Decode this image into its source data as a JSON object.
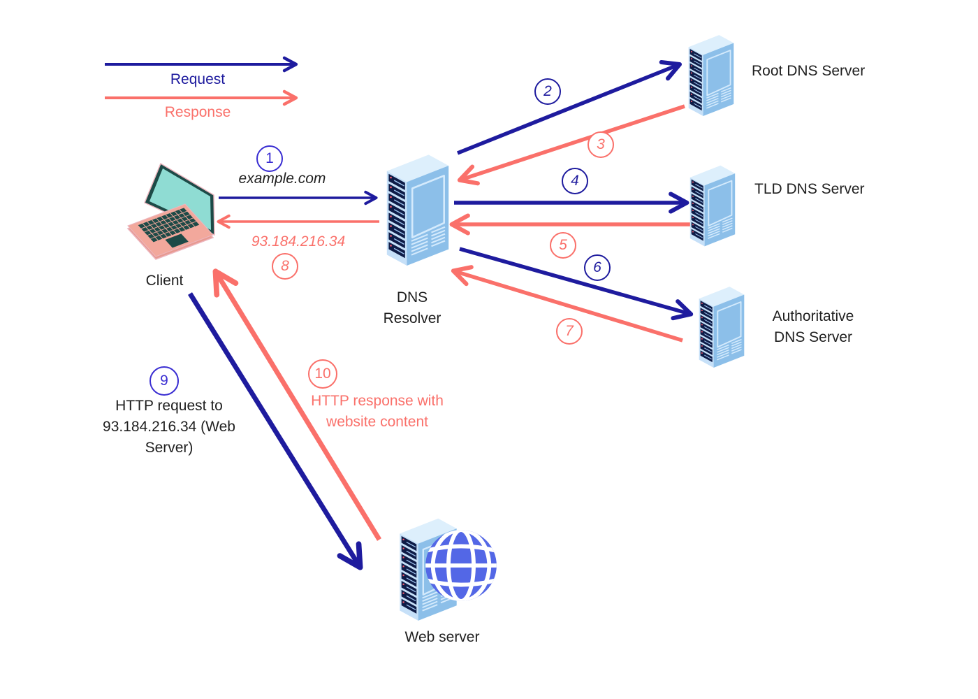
{
  "colors": {
    "request": "#1e1b9e",
    "response": "#fa706a",
    "circle-bright": "#3a2ed2",
    "text": "#1f1f1f"
  },
  "legend": {
    "request": "Request",
    "response": "Response"
  },
  "nodes": {
    "client": {
      "label": "Client"
    },
    "resolver": {
      "label": "DNS Resolver"
    },
    "root": {
      "label": "Root DNS Server"
    },
    "tld": {
      "label": "TLD DNS Server"
    },
    "authoritative": {
      "label": "Authoritative DNS Server"
    },
    "web": {
      "label": "Web server"
    }
  },
  "steps": {
    "s1": {
      "num": "1",
      "label": "example.com"
    },
    "s2": {
      "num": "2"
    },
    "s3": {
      "num": "3"
    },
    "s4": {
      "num": "4"
    },
    "s5": {
      "num": "5"
    },
    "s6": {
      "num": "6"
    },
    "s7": {
      "num": "7"
    },
    "s8": {
      "num": "8",
      "label": "93.184.216.34"
    },
    "s9": {
      "num": "9",
      "label": "HTTP request to 93.184.216.34 (Web Server)"
    },
    "s10": {
      "num": "10",
      "label": "HTTP response with website content"
    }
  }
}
